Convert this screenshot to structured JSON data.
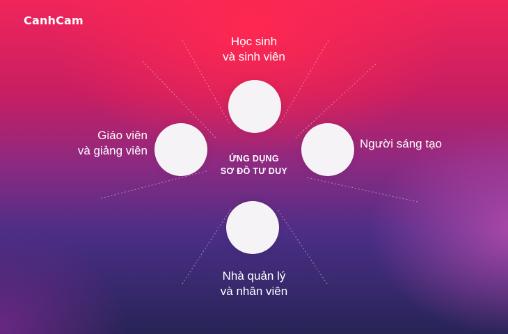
{
  "brand": {
    "logo_text": "CanhCam"
  },
  "center_title": {
    "line1": "ỨNG DỤNG",
    "line2": "SƠ ĐỒ TƯ DUY"
  },
  "nodes": {
    "top": {
      "line1": "Học sinh",
      "line2": "và sinh viên"
    },
    "left": {
      "line1": "Giáo viên",
      "line2": "và giảng viên"
    },
    "right": {
      "line1": "Người sáng tạo"
    },
    "bottom": {
      "line1": "Nhà quản lý",
      "line2": "và nhân viên"
    }
  },
  "colors": {
    "circle_fill": "#f6f3f7",
    "text": "#ffffff",
    "background_top": "#f0255a",
    "background_bottom": "#272456"
  }
}
